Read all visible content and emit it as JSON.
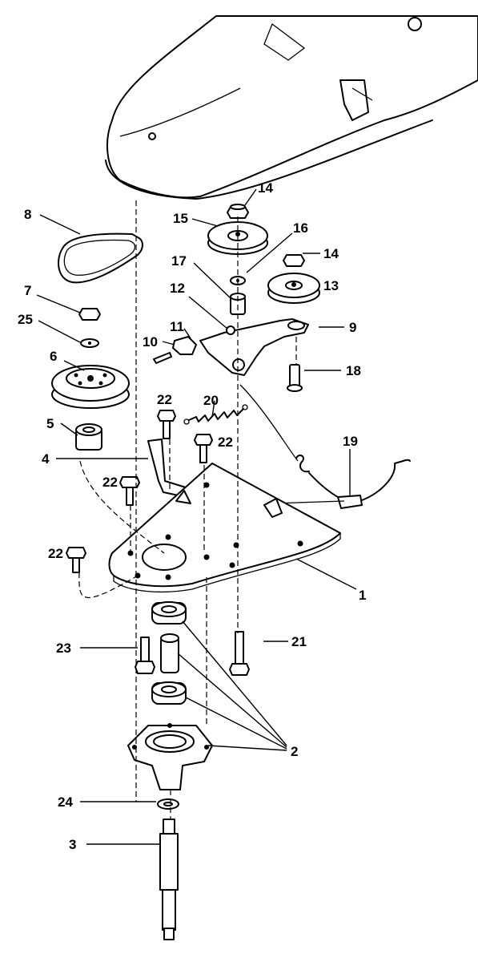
{
  "callouts": [
    {
      "id": "c1",
      "text": "1"
    },
    {
      "id": "c2",
      "text": "2"
    },
    {
      "id": "c3",
      "text": "3"
    },
    {
      "id": "c4",
      "text": "4"
    },
    {
      "id": "c5",
      "text": "5"
    },
    {
      "id": "c6",
      "text": "6"
    },
    {
      "id": "c7",
      "text": "7"
    },
    {
      "id": "c8",
      "text": "8"
    },
    {
      "id": "c9",
      "text": "9"
    },
    {
      "id": "c10",
      "text": "10"
    },
    {
      "id": "c11",
      "text": "11"
    },
    {
      "id": "c12",
      "text": "12"
    },
    {
      "id": "c13",
      "text": "13"
    },
    {
      "id": "c14a",
      "text": "14"
    },
    {
      "id": "c14b",
      "text": "14"
    },
    {
      "id": "c15",
      "text": "15"
    },
    {
      "id": "c16",
      "text": "16"
    },
    {
      "id": "c17",
      "text": "17"
    },
    {
      "id": "c18",
      "text": "18"
    },
    {
      "id": "c19",
      "text": "19"
    },
    {
      "id": "c20",
      "text": "20"
    },
    {
      "id": "c21",
      "text": "21"
    },
    {
      "id": "c22a",
      "text": "22"
    },
    {
      "id": "c22b",
      "text": "22"
    },
    {
      "id": "c22c",
      "text": "22"
    },
    {
      "id": "c22d",
      "text": "22"
    },
    {
      "id": "c23",
      "text": "23"
    },
    {
      "id": "c24",
      "text": "24"
    },
    {
      "id": "c25",
      "text": "25"
    }
  ]
}
